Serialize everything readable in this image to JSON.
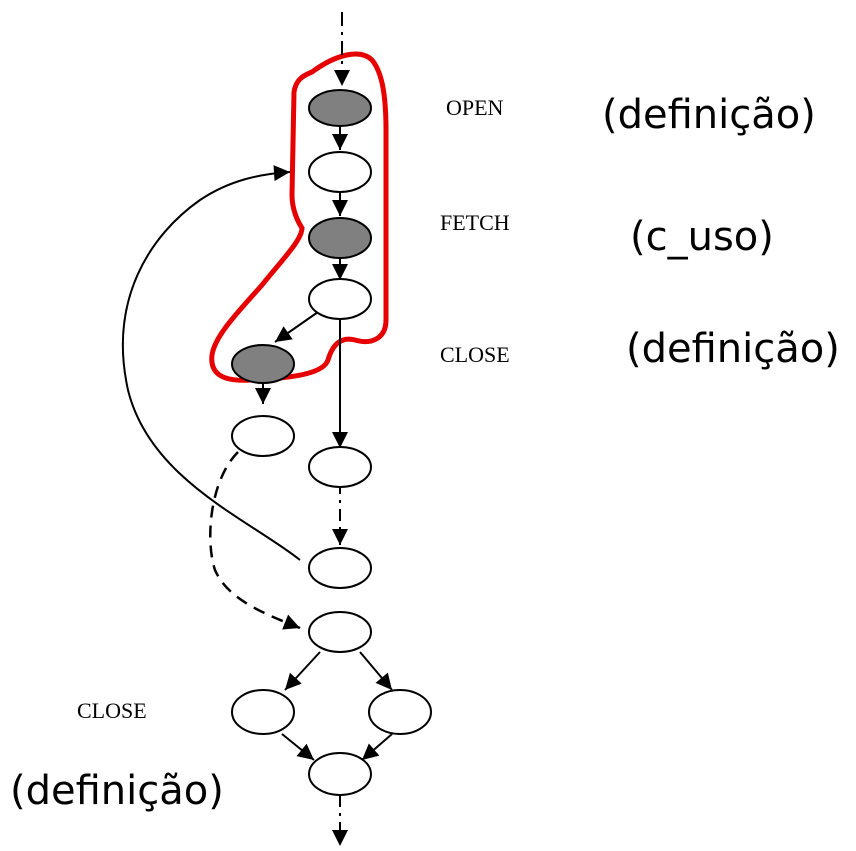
{
  "colors": {
    "line": "#000000",
    "node_fill": "#ffffff",
    "node_shaded": "#808080",
    "highlight": "#e60000"
  },
  "labels": {
    "open": "OPEN",
    "fetch": "FETCH",
    "close_right": "CLOSE",
    "close_left": "CLOSE",
    "def_open": "(definição)",
    "cuso_fetch": "(c_uso)",
    "def_close_right": "(definição)",
    "def_close_left": "(definição)"
  }
}
